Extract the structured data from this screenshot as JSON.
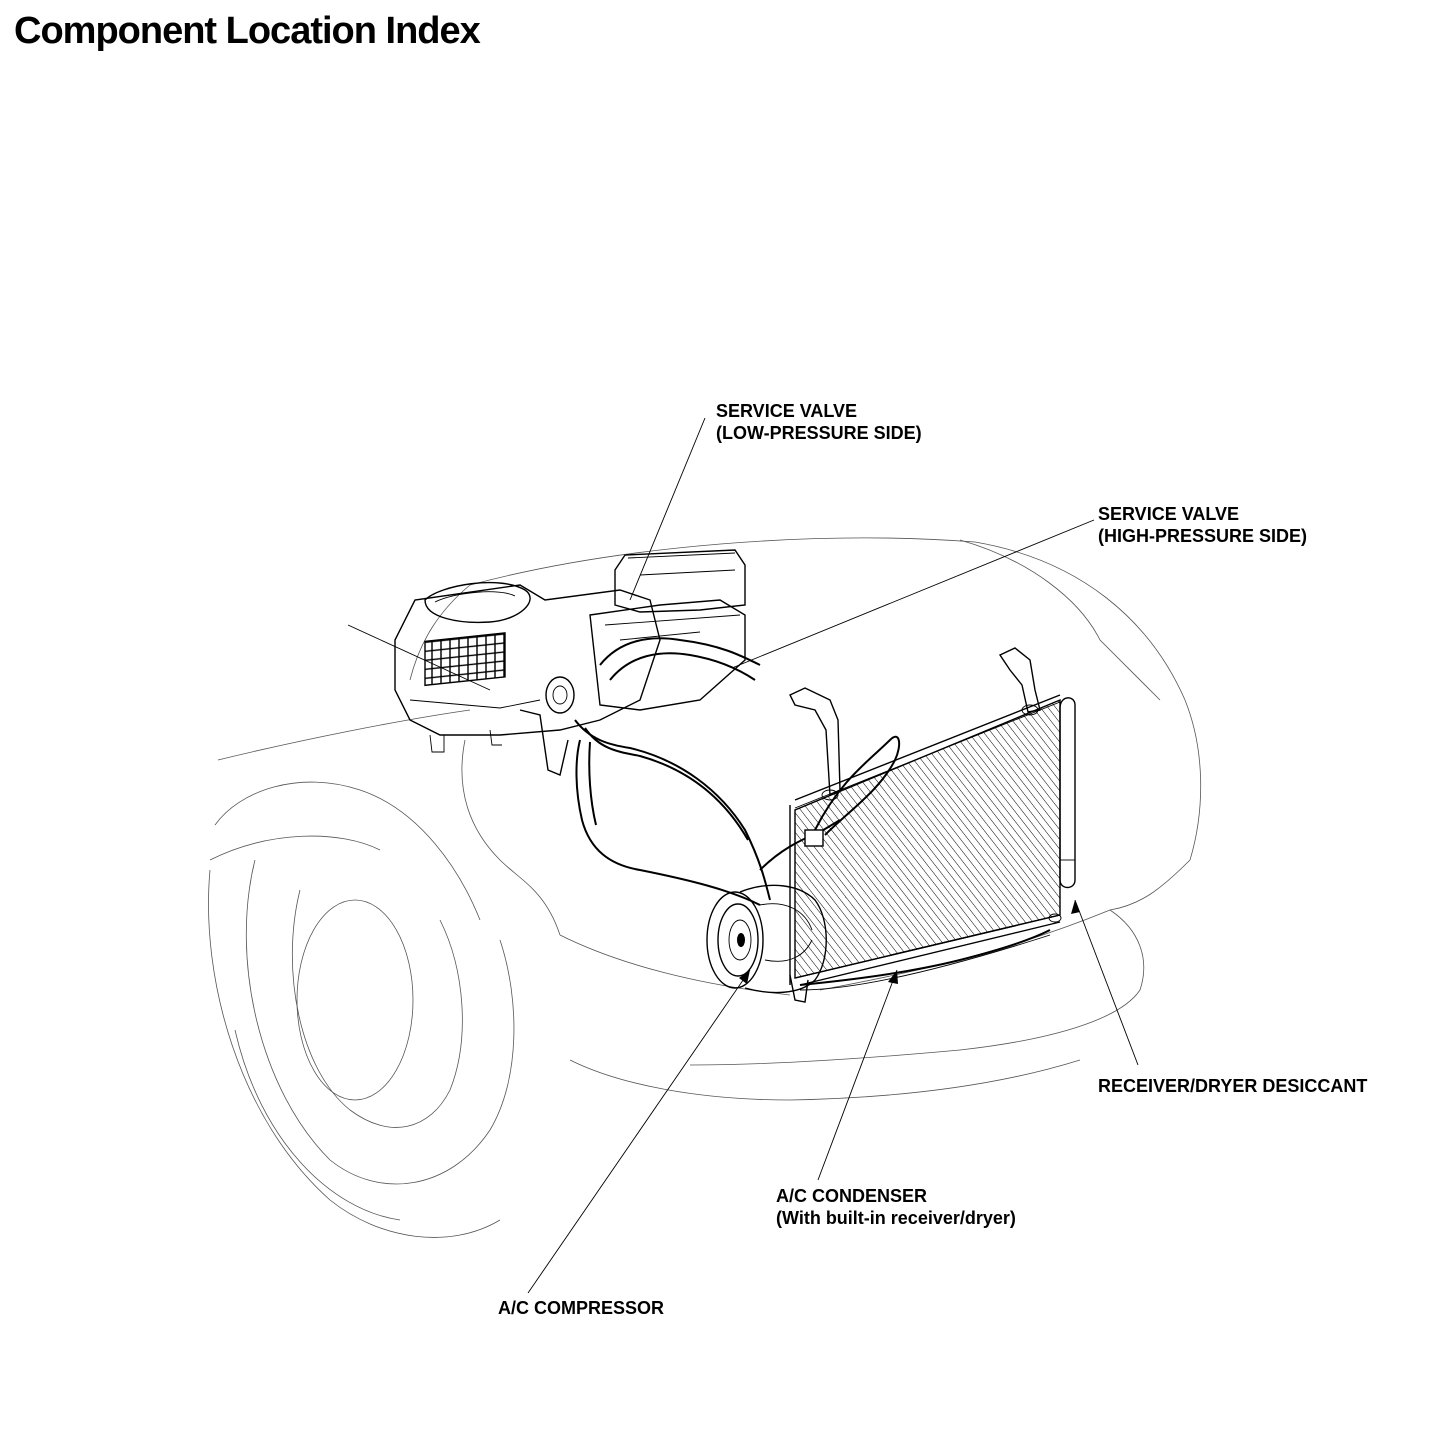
{
  "page": {
    "title": "Component Location Index"
  },
  "callouts": {
    "service_valve_low": {
      "line1": "SERVICE VALVE",
      "line2": "(LOW-PRESSURE SIDE)"
    },
    "service_valve_high": {
      "line1": "SERVICE VALVE",
      "line2": "(HIGH-PRESSURE SIDE)"
    },
    "receiver_dryer": {
      "line1": "RECEIVER/DRYER DESICCANT"
    },
    "condenser": {
      "line1": "A/C CONDENSER",
      "line2": "(With built-in receiver/dryer)"
    },
    "compressor": {
      "line1": "A/C COMPRESSOR"
    }
  }
}
